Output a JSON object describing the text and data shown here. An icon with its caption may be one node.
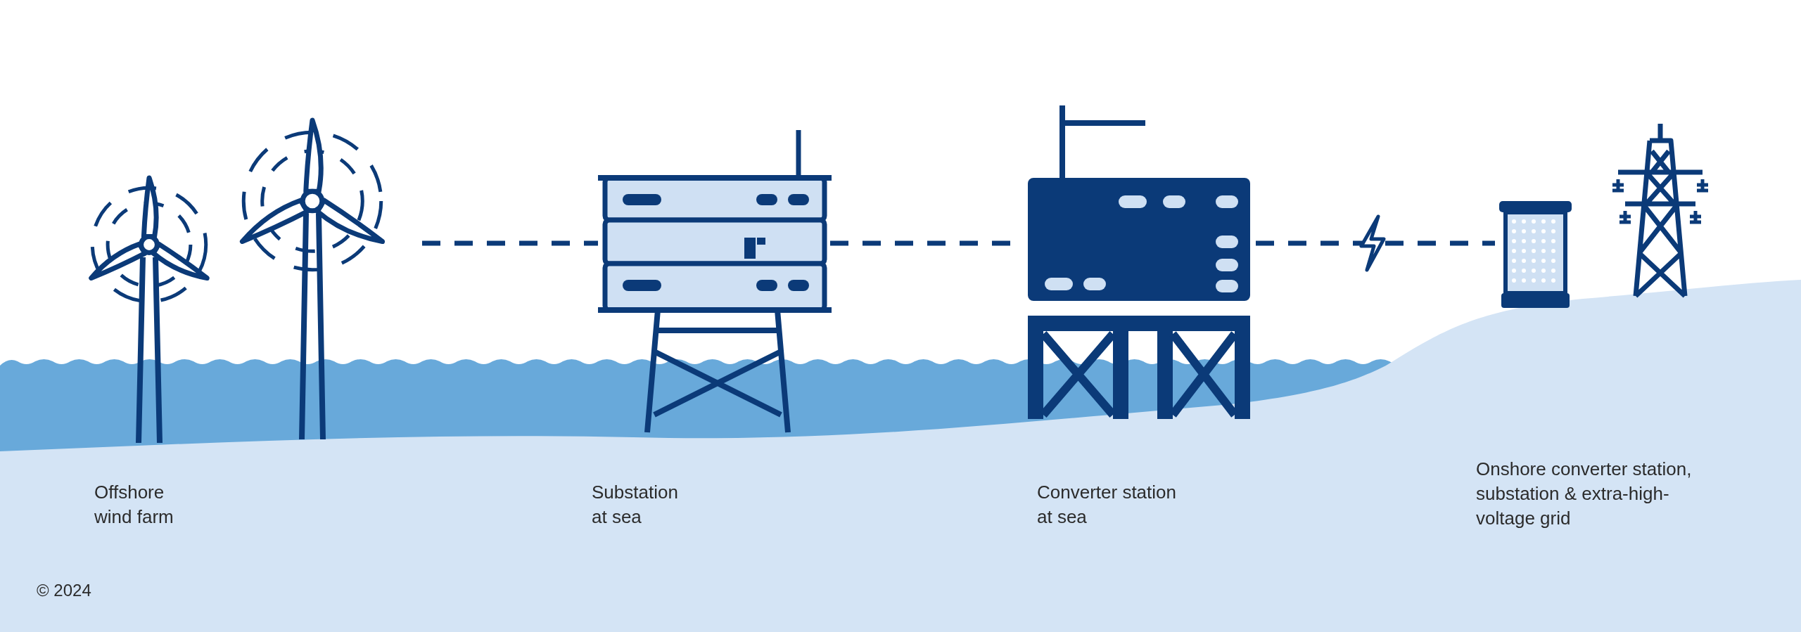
{
  "diagram": {
    "nodes": [
      {
        "text": [],
        "shape": "picture"
      },
      {
        "text": [],
        "shape": "picture"
      },
      {
        "text": [],
        "shape": "picture"
      },
      {
        "text": [],
        "shape": "picture"
      }
    ],
    "edges": [
      {
        "from": 0,
        "to": 1,
        "arrow": "none",
        "style": "dashed"
      },
      {
        "from": 1,
        "to": 2,
        "arrow": "none",
        "style": "dashed"
      },
      {
        "from": 2,
        "to": 3,
        "arrow": "none",
        "style": "dashed"
      }
    ],
    "labels": [
      "Offshore wind farm",
      "Substation at sea",
      "Converter station at sea",
      "Onshore converter station, substation & extra-high-voltage grid",
      "© 2024"
    ]
  }
}
